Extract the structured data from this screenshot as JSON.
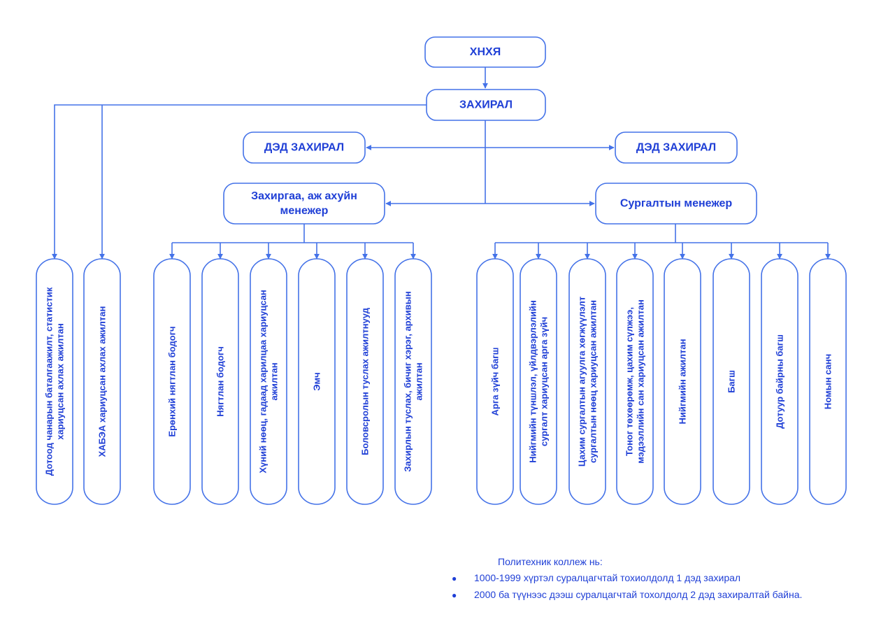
{
  "colors": {
    "stroke": "#4472E8",
    "text": "#1F3FD6"
  },
  "top": {
    "khnkhya": "ХНХЯ",
    "director": "ЗАХИРАЛ"
  },
  "deputies": {
    "left": "ДЭД ЗАХИРАЛ",
    "right": "ДЭД ЗАХИРАЛ"
  },
  "managers": {
    "admin": [
      "Захиргаа, аж ахуйн",
      "менежер"
    ],
    "training": [
      "Сургалтын менежер"
    ]
  },
  "direct_staff": [
    {
      "lines": [
        "Дотоод чанарын баталгаажилт, статистик",
        "хариуцсан ахлах ажилтан"
      ]
    },
    {
      "lines": [
        "ХАБЭА хариуцсан ахлах ажилтан"
      ]
    }
  ],
  "admin_staff": [
    {
      "lines": [
        "Ерөнхий нягтлан бодогч"
      ]
    },
    {
      "lines": [
        "Нягтлан бодогч"
      ]
    },
    {
      "lines": [
        "Хүний нөөц, гадаад харилцаа хариуцсан",
        "ажилтан"
      ]
    },
    {
      "lines": [
        "Эмч"
      ]
    },
    {
      "lines": [
        "Боловсролын туслах ажилтнууд"
      ]
    },
    {
      "lines": [
        "Захирлын туслах, бичиг хэрэг, архивын",
        "ажилтан"
      ]
    }
  ],
  "training_staff": [
    {
      "lines": [
        "Арга зүйч багш"
      ]
    },
    {
      "lines": [
        "Нийгмийн түншлэл, үйлдвэрлэлийн",
        "сургалт хариуцсан арга зүйч"
      ]
    },
    {
      "lines": [
        "Цахим сургалтын агуулга хөгжүүлэлт",
        "сургалтын нөөц хариуцсан ажилтан"
      ]
    },
    {
      "lines": [
        "Тоног төхөөрөмж, цахим сүлжээ,",
        "мэдээллийн сан хариуцсан ажилтан"
      ]
    },
    {
      "lines": [
        "Нийгмийн ажилтан"
      ]
    },
    {
      "lines": [
        "Багш"
      ]
    },
    {
      "lines": [
        "Дотуур байрны багш"
      ]
    },
    {
      "lines": [
        "Номын санч"
      ]
    }
  ],
  "note": {
    "heading": "Политехник коллеж нь:",
    "items": [
      "1000-1999 хүртэл суралцагчтай тохиолдолд 1 дэд захирал",
      "2000 ба түүнээс дээш суралцагчтай тохолдолд 2 дэд захиралтай байна."
    ]
  }
}
